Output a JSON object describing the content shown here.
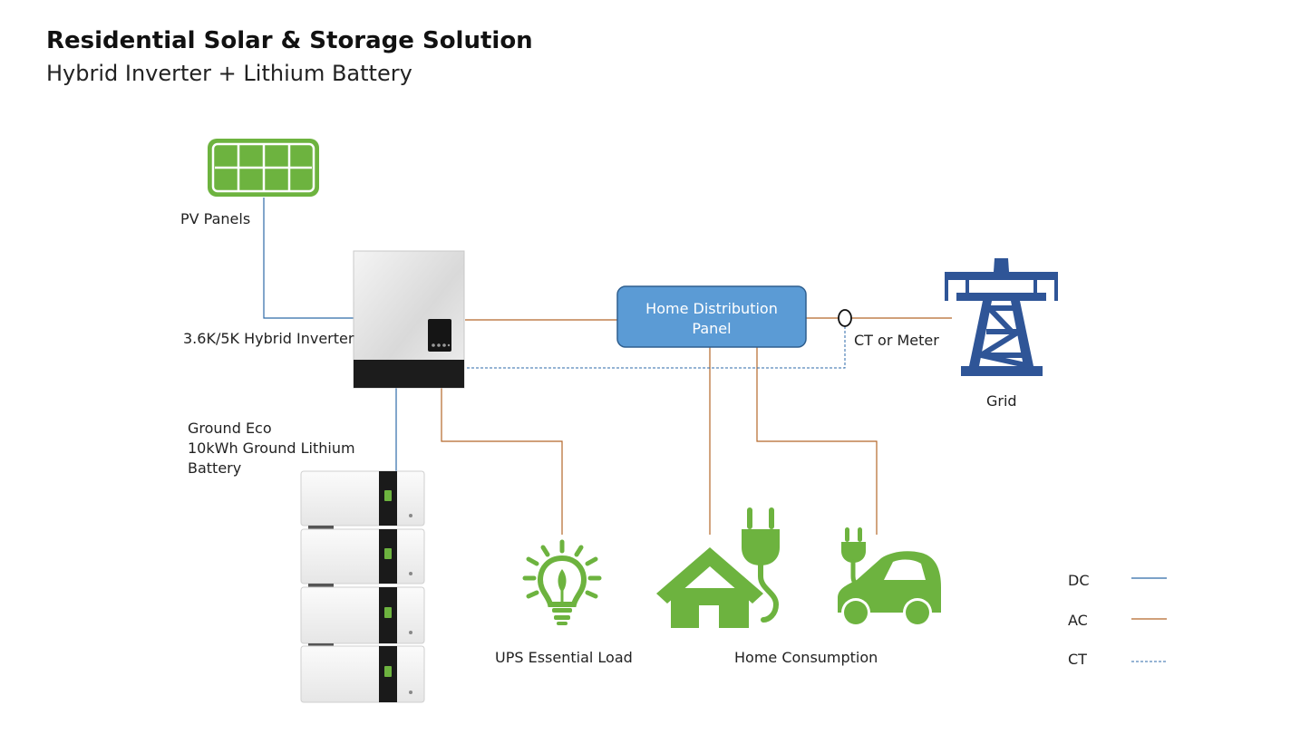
{
  "header": {
    "title": "Residential Solar & Storage Solution",
    "subtitle": "Hybrid Inverter + Lithium Battery"
  },
  "labels": {
    "pv_panels": "PV Panels",
    "inverter": "3.6K/5K Hybrid Inverter",
    "battery_line1": "Ground Eco",
    "battery_line2": "10kWh Ground Lithium",
    "battery_line3": "Battery",
    "distribution_line1": "Home Distribution",
    "distribution_line2": "Panel",
    "ct_meter": "CT or Meter",
    "grid": "Grid",
    "ups_load": "UPS Essential Load",
    "home_consumption": "Home Consumption"
  },
  "legend": {
    "dc": "DC",
    "ac": "AC",
    "ct": "CT"
  },
  "colors": {
    "dc_line": "#2e6aa8",
    "ac_line": "#b5682a",
    "ct_line": "#2e6aa8",
    "icon_green": "#6db33f",
    "panel_blue": "#5b9bd5",
    "grid_blue": "#2f5597"
  },
  "icons": [
    "solar-panel-icon",
    "hybrid-inverter-icon",
    "battery-stack-icon",
    "grid-tower-icon",
    "light-bulb-icon",
    "house-plug-icon",
    "electric-car-icon",
    "ct-sensor-icon"
  ]
}
